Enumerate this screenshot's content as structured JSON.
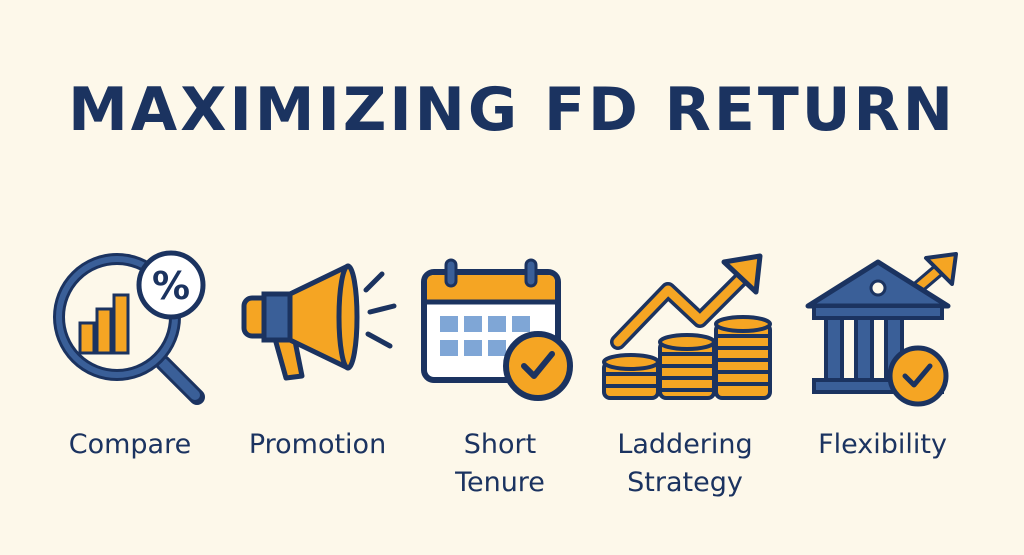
{
  "title": "MAXIMIZING FD RETURN",
  "colors": {
    "background": "#fdf8ea",
    "navy": "#1b3360",
    "blue": "#3a5f98",
    "light_blue": "#7fa6d6",
    "orange": "#f5a523",
    "white": "#ffffff"
  },
  "items": [
    {
      "icon": "magnifier-percent-chart-icon",
      "label_lines": [
        "Compare"
      ]
    },
    {
      "icon": "megaphone-icon",
      "label_lines": [
        "Promotion"
      ]
    },
    {
      "icon": "calendar-check-icon",
      "label_lines": [
        "Short",
        "Tenure"
      ]
    },
    {
      "icon": "coin-stacks-growth-arrow-icon",
      "label_lines": [
        "Laddering",
        "Strategy"
      ]
    },
    {
      "icon": "bank-growth-check-icon",
      "label_lines": [
        "Flexibility"
      ]
    }
  ]
}
